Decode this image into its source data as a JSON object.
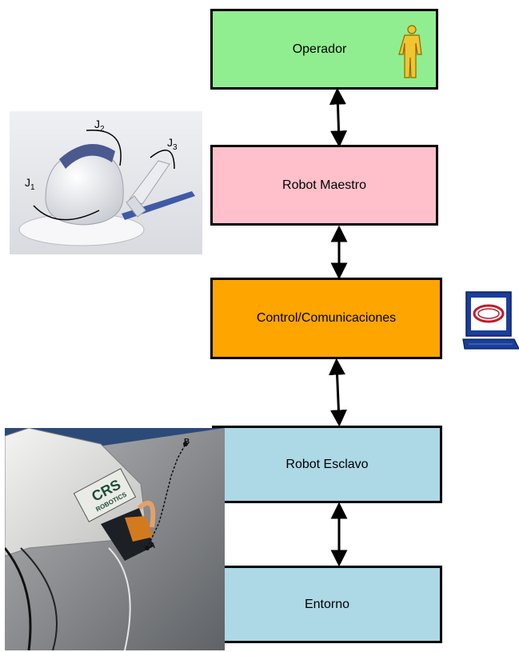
{
  "blocks": {
    "operador": "Operador",
    "maestro": "Robot Maestro",
    "control": "Control/Comunicaciones",
    "esclavo": "Robot Esclavo",
    "entorno": "Entorno"
  },
  "phantom_labels": {
    "j": "J",
    "j1": "1",
    "j2": "2",
    "j3": "3"
  },
  "robot_photo": {
    "brand": "CRS",
    "brand_sub": "ROBOTICS",
    "point_a": "A",
    "point_b": "B"
  },
  "colors": {
    "operador": "#90ee90",
    "maestro": "#ffc0cb",
    "control": "#ffa500",
    "esclavo": "#add8e6",
    "entorno": "#add8e6"
  },
  "icons": [
    "person-icon",
    "computer-icon",
    "double-arrow-icon"
  ]
}
